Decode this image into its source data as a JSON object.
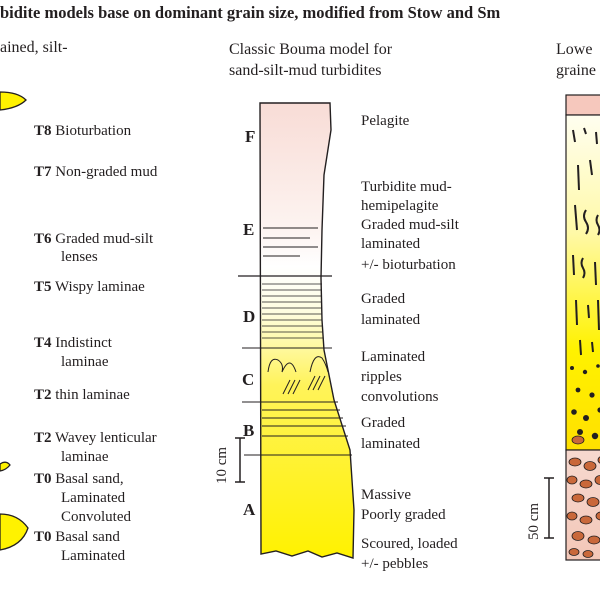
{
  "title": "bidite models base on dominant grain size, modified from Stow and Sm",
  "left_header": {
    "line1": "ained, silt-"
  },
  "center_header": {
    "line1": "Classic Bouma model for",
    "line2": "sand-silt-mud turbidites"
  },
  "right_header": {
    "line1": "Lowe",
    "line2": "graine"
  },
  "left_units": [
    {
      "code": "T8",
      "text": "Bioturbation"
    },
    {
      "code": "T7",
      "text": "Non-graded mud"
    },
    {
      "code": "T6",
      "text": "Graded mud-silt",
      "text2": "lenses"
    },
    {
      "code": "T5",
      "text": "Wispy laminae"
    },
    {
      "code": "T4",
      "text": "Indistinct",
      "text2": "laminae"
    },
    {
      "code": "T2",
      "text": "thin laminae"
    },
    {
      "code": "T2",
      "text": "Wavey lenticular",
      "text2": "laminae"
    },
    {
      "code": "T0",
      "text": "Basal sand,",
      "text2": "Laminated",
      "text3": "Convoluted"
    },
    {
      "code": "T0",
      "text": "Basal sand",
      "text2": "Laminated"
    }
  ],
  "bouma_letters": [
    "F",
    "E",
    "D",
    "C",
    "B",
    "A"
  ],
  "bouma_descriptions": {
    "f": "Pelagite",
    "e1": "Turbidite mud-",
    "e2": "hemipelagite",
    "e3": "Graded mud-silt",
    "e4": "laminated",
    "e5": "+/- bioturbation",
    "d1": "Graded",
    "d2": "laminated",
    "c1": "Laminated",
    "c2": "ripples",
    "c3": "convolutions",
    "b1": "Graded",
    "b2": "laminated",
    "a1": "Massive",
    "a2": "Poorly graded",
    "a3": "Scoured, loaded",
    "a4": "+/- pebbles"
  },
  "scale_center": "10 cm",
  "scale_right": "50 cm",
  "colors": {
    "pelagite_pink": "#f6d3cc",
    "sand_yellow": "#fff200",
    "clast_brown": "#c9683a",
    "line": "#231f20"
  }
}
